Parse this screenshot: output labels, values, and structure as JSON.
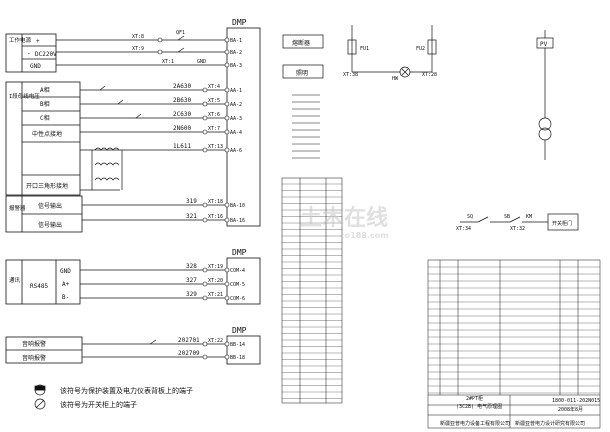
{
  "power": {
    "group_label": "工作电源",
    "plus": "+",
    "minus": "-",
    "voltage": "DC220V",
    "gnd": "GND"
  },
  "vt": {
    "group_label": "I段母线电压",
    "phase_a": "A相",
    "phase_b": "B相",
    "phase_c": "C相",
    "neutral": "中性点接地",
    "open_delta": "开口三角形接地"
  },
  "lamp": {
    "group_label": "报警器",
    "sig1": "信号输出",
    "sig2": "信号输出"
  },
  "comm": {
    "group_label": "通讯",
    "port": "RS485",
    "gnd": "GND",
    "a": "A+",
    "b": "B-"
  },
  "alarms": {
    "a1": "音响报警",
    "a2": "音响报警"
  },
  "devices": {
    "dmp1": "DMP",
    "dmp2": "DMP",
    "dmp3": "DMP"
  },
  "terminals": {
    "xt8": "XT:8",
    "xt9": "XT:9",
    "xt1": "XT:1",
    "qf1": "QF1",
    "gnd": "GND",
    "xt4": "XT:4",
    "xt5": "XT:5",
    "xt6": "XT:6",
    "xt7": "XT:7",
    "xt13": "XT:13",
    "xt18": "XT:18",
    "xt16": "XT:16",
    "xt19": "XT:19",
    "xt20": "XT:20",
    "xt21": "XT:21",
    "xt22": "XT:22",
    "xt38": "XT:38",
    "xt28": "XT:28",
    "xt34": "XT:34",
    "xt32": "XT:32"
  },
  "wires": {
    "w1": "2A630",
    "w2": "2B630",
    "w3": "2C630",
    "w4": "2N600",
    "w5": "1L611",
    "w6": "319",
    "w7": "321",
    "w8": "328",
    "w9": "327",
    "w10": "329",
    "w11": "202701",
    "w12": "202709"
  },
  "pins": {
    "p1": "BA-1",
    "p2": "BA-2",
    "p3": "BA-3",
    "p4": "AA-1",
    "p5": "AA-2",
    "p6": "AA-3",
    "p7": "AA-4",
    "p8": "AA-6",
    "p9": "BA-10",
    "p10": "BA-16",
    "p11": "COM-4",
    "p12": "COM-5",
    "p13": "COM-6",
    "p14": "BB-14",
    "p15": "BB-18"
  },
  "right": {
    "fuse_box": "熔断器",
    "light_box": "照明",
    "fu1": "FU1",
    "fu2": "FU2",
    "hw": "HW",
    "pv": "PV",
    "cabinet": "开关柜门",
    "sq": "SQ",
    "sb": "SB",
    "km": "KM"
  },
  "footnotes": {
    "note1": "该符号为保护装置及电力仪表背板上的端子",
    "note2": "该符号为开关柜上的端子"
  },
  "title_block": {
    "drawing_no": "1800-011-202N015",
    "drawing_title": "2#PT柜",
    "drawing_sub": "(3C2B) 电气原理图",
    "company1": "新疆亚普电力设备工程有限公司",
    "company2": "新疆亚普电力设计研究有限公司",
    "date": "2008年8月"
  },
  "watermark": "土木在线",
  "watermark_sub": "co188.com"
}
